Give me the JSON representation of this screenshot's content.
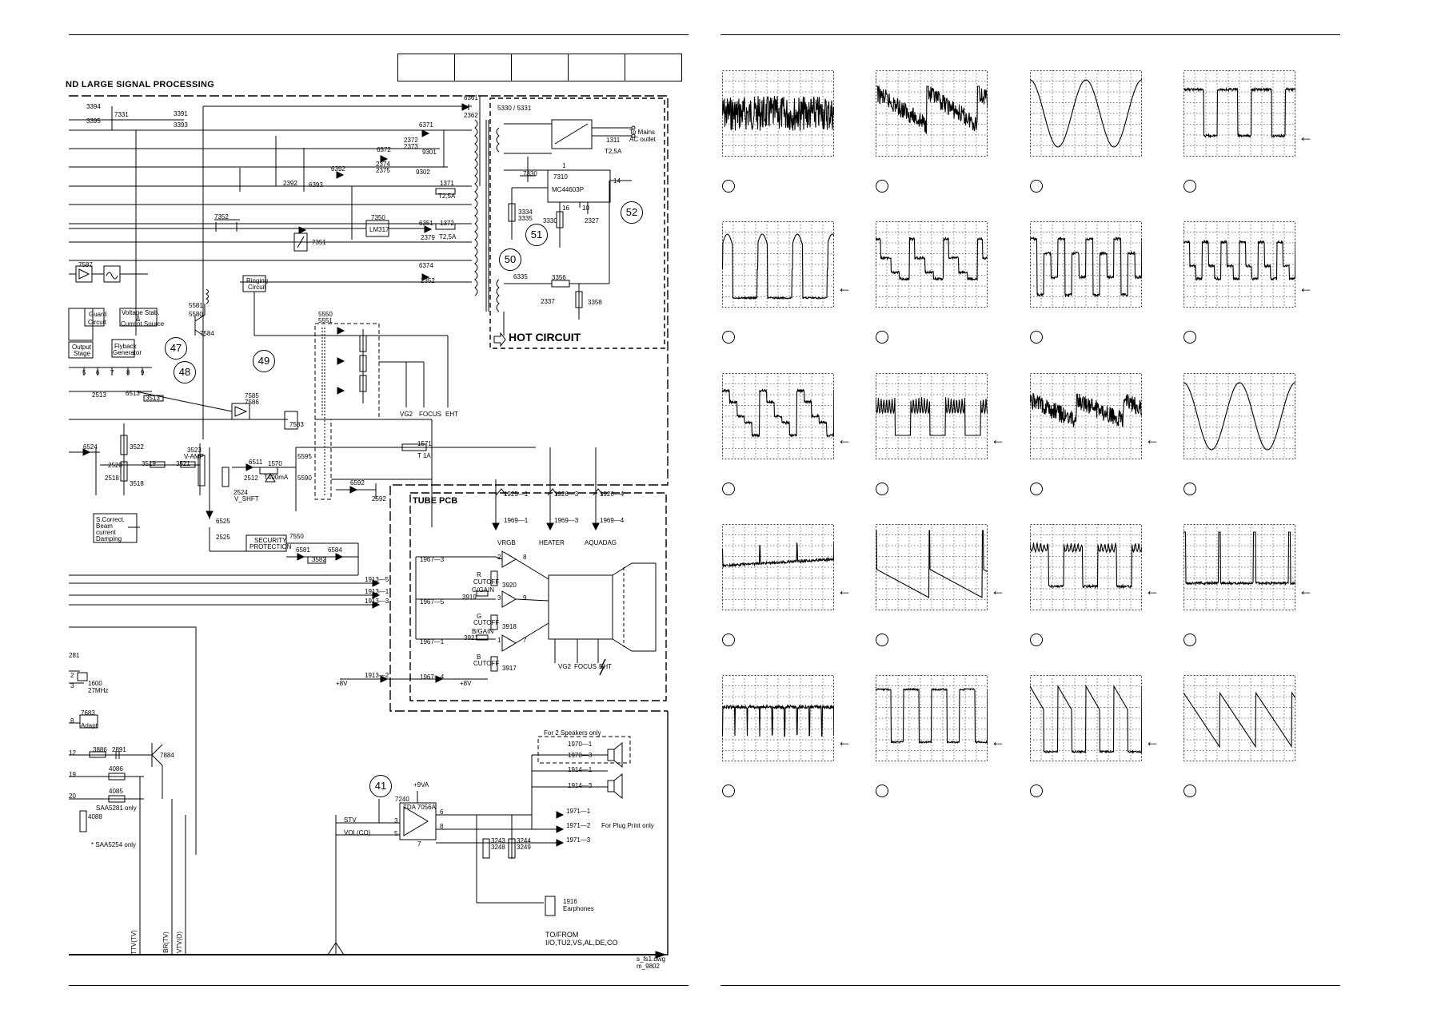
{
  "header": {
    "title": "ND LARGE SIGNAL PROCESSING",
    "boxes": [
      "",
      "",
      "",
      "",
      ""
    ]
  },
  "sections": {
    "hot_circuit": "HOT CIRCUIT",
    "tube_pcb": "TUBE PCB"
  },
  "nodes": [
    "41",
    "47",
    "48",
    "49",
    "50",
    "51",
    "52"
  ],
  "labels": {
    "c7331": "7331",
    "r3394": "3394",
    "r3395": "3395",
    "r3391": "3391",
    "r3393": "3393",
    "d6361": "6361",
    "c2362": "2362",
    "t5330": "5330 / 5331",
    "d6371": "6371",
    "c2372": "2372",
    "c2373": "2373",
    "d6372": "6372",
    "c2374": "2374",
    "c2375": "2375",
    "n9301": "9301",
    "n9302": "9302",
    "d6392": "6392",
    "c2392": "2392",
    "d6393": "6393",
    "f1371": "1371",
    "f1371v": "T2,5A",
    "mains": "To  Mains",
    "mains2": "AC  outlet",
    "f1311": "1311",
    "f1311v": "T2,5A",
    "ic7310": "7310",
    "ic7310b": "MC44603P",
    "p1": "1",
    "p14": "14",
    "p16": "16",
    "p10": "10",
    "r7330": "7330",
    "r3334": "3334",
    "r3335": "3335",
    "r3330": "3330",
    "c2327": "2327",
    "q7352": "7352",
    "ic7350": "7350",
    "ic7350b": "LM317",
    "d6351": "6351",
    "c2379": "2379",
    "f1372": "1372",
    "f1372v": "T2,5A",
    "q7351": "7351",
    "q7587": "7587",
    "d6374": "6374",
    "c2352": "2352",
    "ringing": "Ringing",
    "ringing2": "Circuit",
    "d6335": "6335",
    "r3356": "3356",
    "c2337": "2337",
    "r3358": "3358",
    "t5581": "5581",
    "t5580": "5580",
    "q7584": "7584",
    "guard": "Guard",
    "guard2": "Circuit",
    "vstab": "Voltage  Stab.",
    "vstab2": "&",
    "vstab3": "Current  Source",
    "flyback": "Flyback",
    "flyback2": "Generator",
    "outstage": "Output",
    "outstage2": "Stage",
    "t5550": "5550",
    "t5551": "5551",
    "vg2": "VG2",
    "focus": "FOCUS",
    "eht": "EHT",
    "c2513": "2513",
    "d6513": "6513",
    "r3513": "3513",
    "q7585": "7585",
    "q7586": "7586",
    "q7583": "7583",
    "d6524": "6524",
    "r3522": "3522",
    "r3523": "3523",
    "vamp": "V-AMP",
    "c2520": "2520",
    "r3519": "3519",
    "r3521": "3521",
    "c2518": "2518",
    "r3518": "3518",
    "d6511": "6511",
    "f1570": "1570",
    "f1570v": "T400mA",
    "c2512": "2512",
    "c2524": "2524",
    "vshft": "V_SHFT",
    "f1571": "1571",
    "f1571v": "T 1A",
    "t5595": "5595",
    "t5590": "5590",
    "d6592": "6592",
    "c2592": "2592",
    "c1925_1": "1925—1",
    "c1926_3": "1926—3",
    "c1926_4": "1926—4",
    "scorr": "S.Correct.",
    "scorr2": "Beam",
    "scorr3": "current",
    "scorr4": "Damping",
    "d6525": "6525",
    "c2525": "2525",
    "sec": "SECURITY",
    "sec2": "PROTECTION",
    "q7550": "7550",
    "d6581": "6581",
    "d6584": "6584",
    "r3582": "3582",
    "c1969_1": "1969—1",
    "c1969_3": "1969—3",
    "c1969_4": "1969—4",
    "vrgb": "VRGB",
    "heater": "HEATER",
    "aquadag": "AQUADAG",
    "c1967_3": "1967—3",
    "c1967_5": "1967—5",
    "c1967_1": "1967—1",
    "c1967_4": "1967—4",
    "rcut": "R",
    "rcut2": "CUTOFF",
    "r3920": "3920",
    "ggain": "G/GAIN",
    "r3919": "3919",
    "gcut": "G",
    "gcut2": "CUTOFF",
    "r3918": "3918",
    "bgain": "B/GAIN",
    "r3921": "3921",
    "bcut": "B",
    "bcut2": "CUTOFF",
    "r3917": "3917",
    "p8": "8",
    "p9": "9",
    "p7": "7",
    "p2": "2",
    "p3": "3",
    "p1b": "1",
    "vg2b": "VG2",
    "focusb": "FOCUS",
    "ehtb": "EHT",
    "c1913_5": "1913—5",
    "c1913_1": "1913—1",
    "c1913_3": "1913—3",
    "c1913_2": "1913—2",
    "p8v": "+8V",
    "p8v2": "+8V",
    "n281": "281",
    "x1600": "1600",
    "x1600v": "27MHz",
    "q7683": "7683",
    "q7683b": "Adapt",
    "n2": "2",
    "n3": "3",
    "n8": "8",
    "n12": "12",
    "n19": "19",
    "n20": "20",
    "r3886": "3886",
    "c2891": "2891",
    "q7884": "7884",
    "c4086": "4086",
    "c4085": "4085",
    "saa5281": "SAA5281  only",
    "c4088": "4088",
    "saa5254": "*  SAA5254  only",
    "speakers": "For  2  Speakers  only",
    "c1970_1": "1970—1",
    "c1970_3": "1970—3",
    "c1914_1": "1914—1",
    "c1914_3": "1914—3",
    "p9va": "+9VA",
    "ic7240": "7240",
    "ic7240b": "TDA  7056A",
    "stv": "STV",
    "vol": "VOL(CO)",
    "p3b": "3",
    "p5": "5",
    "p6": "6",
    "p8b": "8",
    "p7b": "7",
    "c1971_1": "1971—1",
    "c1971_2": "1971—2",
    "c1971_3": "1971—3",
    "plugprint": "For  Plug  Print  only",
    "r3243": "3243",
    "r3248": "3248",
    "r3244": "3244",
    "r3249": "3249",
    "ear": "1916",
    "ear2": "Earphones",
    "tofrom": "TO/FROM",
    "tofrom2": "I/O,TU2,VS,AL,DE,CO",
    "dwg": "s_fs1.dwg",
    "dwg2": "m_9802",
    "ttv": "TTV(TV)",
    "brtv": "BR(TV)",
    "vtvo": "VTV(O)",
    "pin5": "5",
    "pin6": "6",
    "pin7": "7",
    "pin8": "8",
    "pin9": "9"
  },
  "scope_grid": {
    "rows": 5,
    "cols": 4,
    "waveforms": [
      "noise",
      "sawnoise",
      "sine",
      "square",
      "pulse",
      "stair",
      "multipulse",
      "stair2",
      "stair3",
      "ringing",
      "blocknoise",
      "sine",
      "spikes",
      "sawdown",
      "squareringing",
      "pulse2",
      "dips",
      "squarewide",
      "sharppulse",
      "sawtooth"
    ],
    "arrows": [
      false,
      false,
      false,
      true,
      true,
      false,
      false,
      true,
      true,
      true,
      true,
      false,
      true,
      true,
      true,
      true,
      true,
      true,
      true,
      false
    ]
  }
}
